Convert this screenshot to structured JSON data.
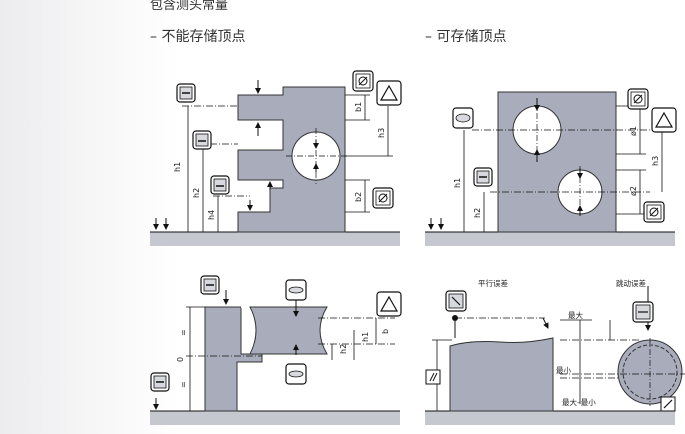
{
  "page": {
    "title": "包含测头常量",
    "section_left": "– 不能存储顶点",
    "section_right": "– 可存储顶点"
  },
  "diagram_tl": {
    "labels": [
      "h1",
      "h2",
      "h4",
      "b1",
      "h3",
      "b2"
    ]
  },
  "diagram_tr": {
    "labels": [
      "h1",
      "h2",
      "ø1",
      "h3",
      "ø2"
    ]
  },
  "diagram_bl": {
    "labels": [
      "=",
      "0",
      "=",
      "b",
      "h1",
      "h2"
    ]
  },
  "diagram_br": {
    "label_parallel": "平行误差",
    "label_runout": "跳动误差",
    "label_max": "最大",
    "label_min": "最小",
    "label_diff": "最大–最小"
  },
  "colors": {
    "part": "#a9acbb",
    "base": "#c5c8cf",
    "outline": "#111111"
  },
  "icons": [
    "arrow-down-icon",
    "double-arrow-icon",
    "probe-down-icon",
    "probe-up-icon",
    "diameter-icon",
    "triangle-icon",
    "parallel-icon",
    "runout-icon",
    "print-icon"
  ]
}
